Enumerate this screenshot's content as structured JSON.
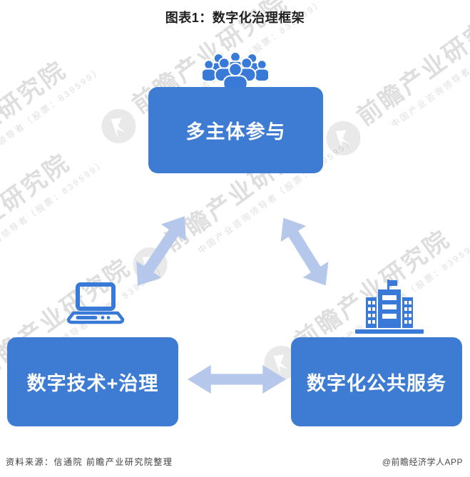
{
  "title": "图表1：数字化治理框架",
  "diagram": {
    "nodes": [
      {
        "id": "participation",
        "label": "多主体参与",
        "icon": "people-icon"
      },
      {
        "id": "technology",
        "label": "数字技术+治理",
        "icon": "laptop-icon"
      },
      {
        "id": "services",
        "label": "数字化公共服务",
        "icon": "building-icon"
      }
    ],
    "edges": [
      {
        "from": "participation",
        "to": "technology",
        "bidirectional": true
      },
      {
        "from": "participation",
        "to": "services",
        "bidirectional": true
      },
      {
        "from": "technology",
        "to": "services",
        "bidirectional": true
      }
    ]
  },
  "watermark": {
    "brand": "前瞻产业研究院",
    "tagline": "中国产业咨询领导者（股票：839599）"
  },
  "footer": {
    "source": "资料来源：信通院 前瞻产业研究院整理",
    "credit": "@前瞻经济学人APP"
  },
  "colors": {
    "node_fill": "#3E7CD4",
    "icon_fill": "#3979D8",
    "arrow_fill": "#B5C8EC",
    "node_text": "#FFFFFF",
    "title_text": "#1F1F1F",
    "footer_text": "#3D3D3D",
    "watermark_text": "rgba(145,145,145,0.30)"
  }
}
